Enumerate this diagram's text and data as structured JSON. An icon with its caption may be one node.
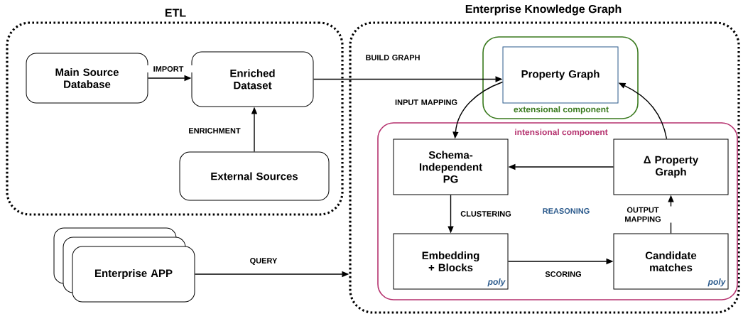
{
  "diagram": {
    "nodes": [
      {
        "text": [
          "ETL"
        ]
      },
      {
        "text": [
          "Main Source Database"
        ],
        "in": 0
      },
      {
        "text": [
          "Enriched Dataset"
        ],
        "in": 0
      },
      {
        "text": [
          "External Sources"
        ],
        "in": 0
      },
      {
        "text": [
          "Enterprise Knowledge Graph"
        ]
      },
      {
        "text": [
          "extensional component"
        ],
        "in": 4
      },
      {
        "text": [
          "Property Graph"
        ],
        "in": 5
      },
      {
        "text": [
          "intensional component"
        ],
        "in": 4
      },
      {
        "text": [
          "Schema-Independent PG"
        ],
        "in": 7
      },
      {
        "text": [
          "Δ Property Graph"
        ],
        "in": 7
      },
      {
        "text": [
          "Embedding + Blocks",
          "poly"
        ],
        "in": 7
      },
      {
        "text": [
          "Candidate matches",
          "poly"
        ],
        "in": 7
      },
      {
        "text": [
          "Enterprise APP"
        ]
      }
    ],
    "edges": [
      {
        "from": 1,
        "to": 2,
        "arrow": "to",
        "label": "IMPORT"
      },
      {
        "from": 3,
        "to": 2,
        "arrow": "to",
        "label": "ENRICHMENT"
      },
      {
        "from": 2,
        "to": 6,
        "arrow": "to",
        "label": "BUILD GRAPH"
      },
      {
        "from": 6,
        "to": 8,
        "arrow": "to",
        "label": "INPUT MAPPING"
      },
      {
        "from": 8,
        "to": 10,
        "arrow": "to",
        "label": "CLUSTERING"
      },
      {
        "from": 10,
        "to": 11,
        "arrow": "to",
        "label": "SCORING"
      },
      {
        "from": 11,
        "to": 9,
        "arrow": "to",
        "label": "OUTPUT MAPPING"
      },
      {
        "from": 9,
        "to": 8,
        "arrow": "to"
      },
      {
        "from": 9,
        "to": 6,
        "arrow": "to"
      },
      {
        "from": 12,
        "to": 4,
        "arrow": "to",
        "label": "QUERY"
      }
    ],
    "labels": [
      "REASONING"
    ]
  }
}
